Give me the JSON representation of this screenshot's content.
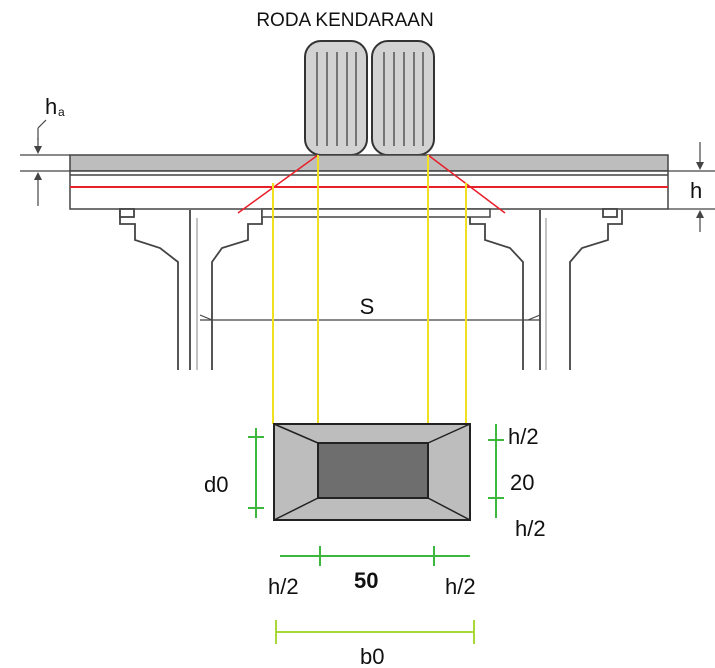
{
  "title": "RODA KENDARAAN",
  "labels": {
    "ha_main": "h",
    "ha_sub": "a",
    "h": "h",
    "s": "S",
    "d0": "d0",
    "h_half_top": "h/2",
    "twenty": "20",
    "h_half_bottom": "h/2",
    "h_half_left": "h/2",
    "fifty": "50",
    "h_half_right": "h/2",
    "b0": "b0"
  },
  "colors": {
    "slab": "#c8c8c8",
    "slab_stroke": "#555555",
    "reinforcement": "#e8202a",
    "projection": "#f0e020",
    "dimension_green": "#3cb83c",
    "dimension_lime": "#a8d838",
    "footprint_outer": "#bdbdbd",
    "footprint_inner": "#6e6e6e",
    "wheel": "#cfcfcf"
  }
}
